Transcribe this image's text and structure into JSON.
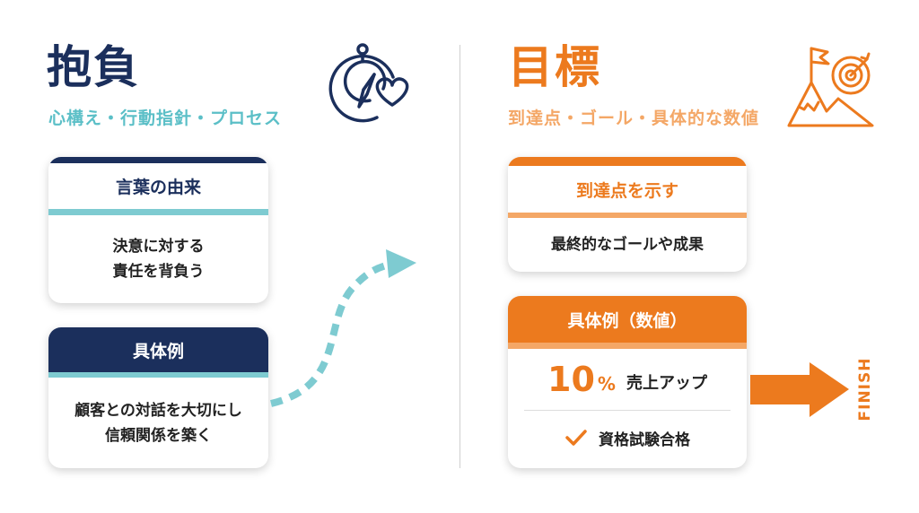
{
  "left": {
    "title": "抱負",
    "subtitle": "心構え・行動指針・プロセス",
    "icon": "compass-heart-icon",
    "card1": {
      "header": "言葉の由来",
      "lines": [
        "決意に対する",
        "責任を背負う"
      ]
    },
    "card2": {
      "header": "具体例",
      "lines": [
        "顧客との対話を大切にし",
        "信頼関係を築く"
      ]
    }
  },
  "right": {
    "title": "目標",
    "subtitle": "到達点・ゴール・具体的な数値",
    "icon": "mountain-flag-target-icon",
    "card1": {
      "header": "到達点を示す",
      "body": "最終的なゴールや成果"
    },
    "card2": {
      "header": "具体例（数値）",
      "metric_value": "10",
      "metric_unit": "%",
      "metric_label": "売上アップ",
      "check_item": "資格試験合格"
    }
  },
  "finish_label": "FINISH",
  "colors": {
    "navy": "#1b2f5c",
    "teal": "#5bbfc7",
    "teal_light": "#7ecbd1",
    "orange": "#ec7a1e",
    "orange_light": "#f4a766"
  }
}
